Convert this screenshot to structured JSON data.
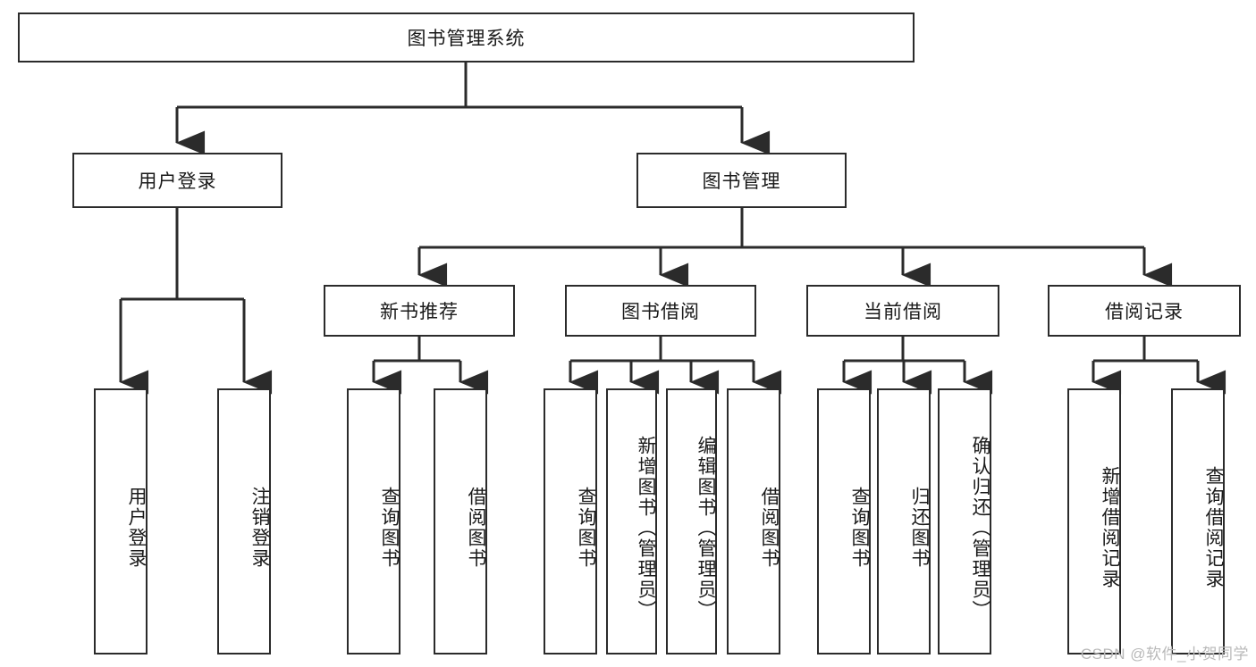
{
  "diagram": {
    "title": "图书管理系统",
    "type": "tree-hierarchy-chart",
    "colors": {
      "box_border": "#2b2b2b",
      "box_fill": "#ffffff",
      "connector": "#2b2b2b",
      "text": "#1a1a1a",
      "watermark": "#b9b9b9"
    },
    "root": {
      "label": "图书管理系统"
    },
    "level2": [
      {
        "label": "用户登录"
      },
      {
        "label": "图书管理"
      }
    ],
    "level3": [
      {
        "label": "新书推荐"
      },
      {
        "label": "图书借阅"
      },
      {
        "label": "当前借阅"
      },
      {
        "label": "借阅记录"
      }
    ],
    "leaves": {
      "user_login": [
        {
          "label": "用户登录"
        },
        {
          "label": "注销登录"
        }
      ],
      "new_book_recommend": [
        {
          "label": "查询图书"
        },
        {
          "label": "借阅图书"
        }
      ],
      "book_borrow": [
        {
          "label": "查询图书"
        },
        {
          "label": "新增图书（管理员）"
        },
        {
          "label": "编辑图书（管理员）"
        },
        {
          "label": "借阅图书"
        }
      ],
      "current_borrow": [
        {
          "label": "查询图书"
        },
        {
          "label": "归还图书"
        },
        {
          "label": "确认归还（管理员）"
        }
      ],
      "borrow_records": [
        {
          "label": "新增借阅记录"
        },
        {
          "label": "查询借阅记录"
        }
      ]
    },
    "watermark": "CSDN @软件_小贺同学"
  }
}
